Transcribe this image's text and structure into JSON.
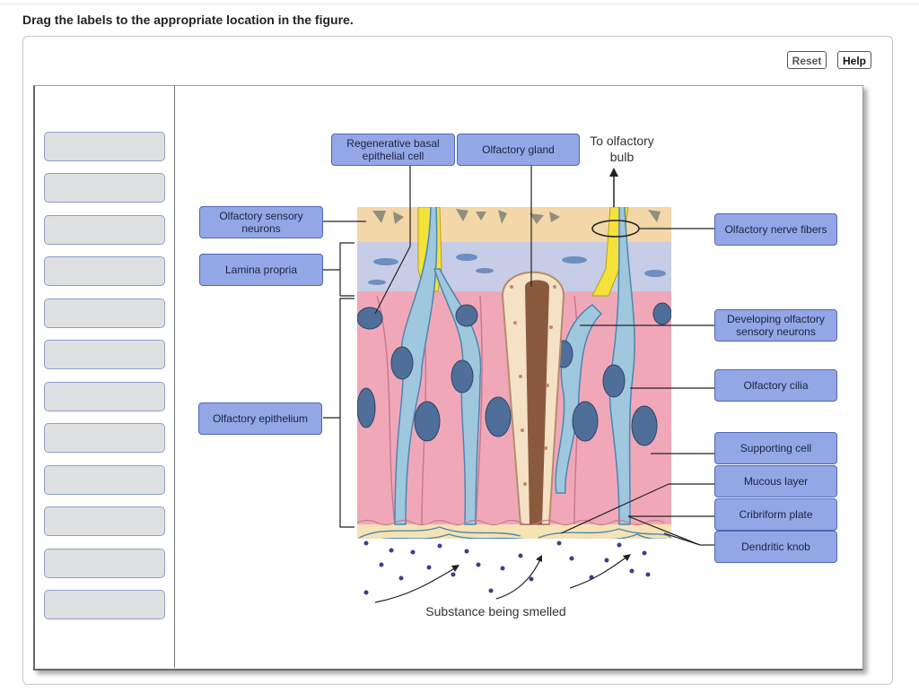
{
  "instruction": "Drag the labels to the appropriate location in the figure.",
  "buttons": {
    "reset": "Reset",
    "help": "Help"
  },
  "label_bank_slot_count": 12,
  "labels": {
    "regenerative_basal": "Regenerative basal epithelial cell",
    "olfactory_gland": "Olfactory gland",
    "olfactory_sensory_neurons": "Olfactory sensory neurons",
    "lamina_propria": "Lamina propria",
    "olfactory_epithelium": "Olfactory epithelium",
    "olfactory_nerve_fibers": "Olfactory nerve fibers",
    "developing_neurons": "Developing olfactory sensory neurons",
    "olfactory_cilia": "Olfactory cilia",
    "supporting_cell": "Supporting cell",
    "mucous_layer": "Mucous layer",
    "cribriform_plate": "Cribriform plate",
    "dendritic_knob": "Dendritic knob"
  },
  "figure_text": {
    "to_bulb": "To olfactory bulb",
    "substance": "Substance being smelled"
  },
  "colors": {
    "label_fill": "#93a7e6",
    "label_border": "#4f66b8",
    "slot_fill": "#dfe0e1",
    "bone": "#f3d7a8",
    "lamina": "#c7cde6",
    "epithelium": "#f0a8b8",
    "neuron": "#9fc7dd",
    "axon": "#f4e23a"
  }
}
